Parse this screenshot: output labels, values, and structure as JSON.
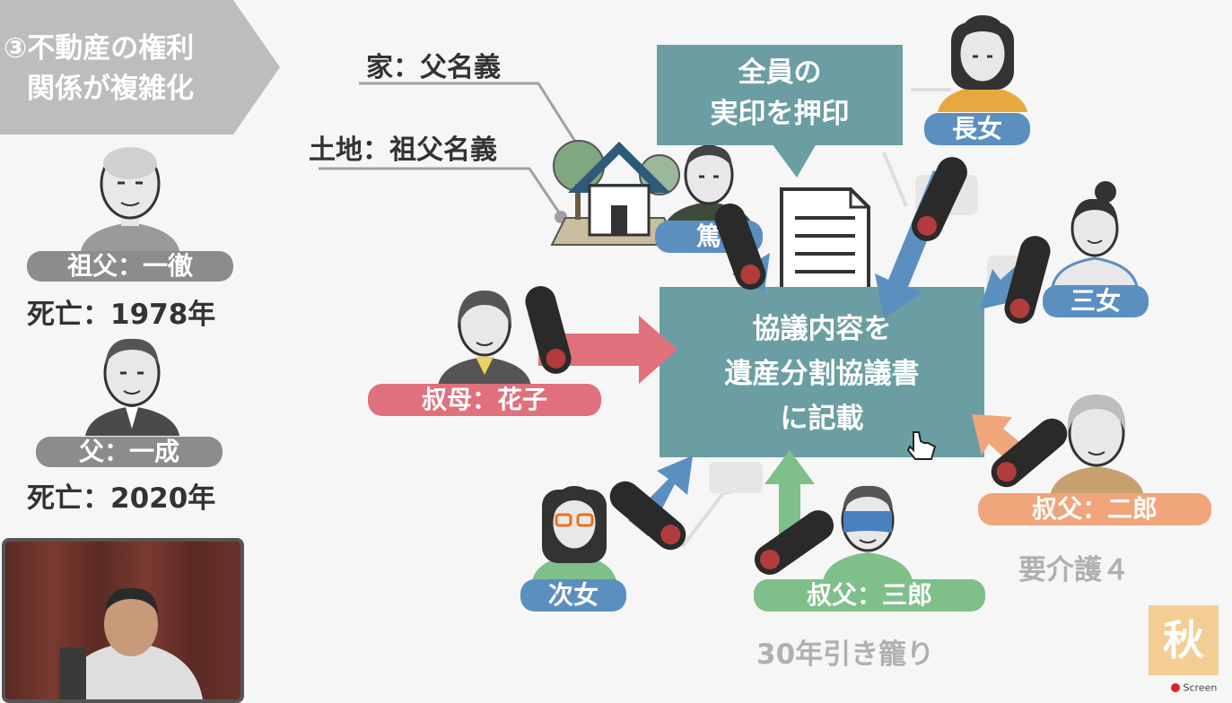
{
  "section": {
    "title_line1": "③不動産の権利",
    "title_line2": "関係が複雑化"
  },
  "grandfather": {
    "label": "祖父：一徹",
    "death": "死亡：1978年"
  },
  "father": {
    "label": "父：一成",
    "death": "死亡：2020年"
  },
  "property": {
    "house": "家：父名義",
    "land": "土地：祖父名義"
  },
  "callout": {
    "line1": "全員の",
    "line2": "実印を押印"
  },
  "center_box": {
    "line1": "協議内容を",
    "line2": "遺産分割協議書",
    "line3": "に記載"
  },
  "persons": {
    "main": "篤",
    "eldest_daughter": "長女",
    "third_daughter": "三女",
    "aunt": "叔母：花子",
    "second_daughter": "次女",
    "uncle3": "叔父：三郎",
    "uncle2": "叔父：二郎"
  },
  "notes": {
    "care": "要介護４",
    "recluse": "30年引き籠り"
  },
  "logo": {
    "char": "秋"
  },
  "watermark": {
    "text": "Screen"
  },
  "stamp_glyph": "秋",
  "colors": {
    "teal": "#6b9ea3",
    "blue": "#5b8fc0",
    "pink": "#e0707c",
    "green": "#7fbf8a",
    "orange": "#f0a57a",
    "gray_tag": "#8c8c8c"
  }
}
